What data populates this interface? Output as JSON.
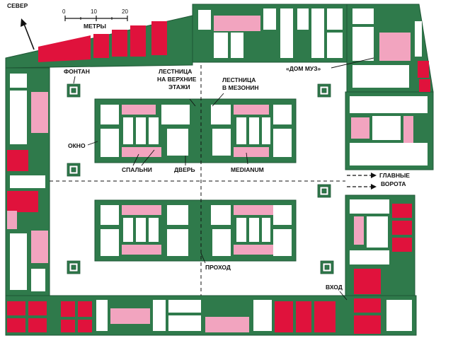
{
  "labels": {
    "north": "СЕВЕР",
    "scale_units": "МЕТРЫ",
    "scale_0": "0",
    "scale_10": "10",
    "scale_20": "20",
    "fountain": "ФОНТАН",
    "stairs_upper_1": "ЛЕСТНИЦА",
    "stairs_upper_2": "НА ВЕРХНИЕ",
    "stairs_upper_3": "ЭТАЖИ",
    "stairs_mezz_1": "ЛЕСТНИЦА",
    "stairs_mezz_2": "В МЕЗОНИН",
    "house_muses": "«ДОМ МУЗ»",
    "window": "ОКНО",
    "bedrooms": "СПАЛЬНИ",
    "door": "ДВЕРЬ",
    "medianum": "MEDIANUM",
    "main_gate_1": "ГЛАВНЫЕ",
    "main_gate_2": "ВОРОТА",
    "passage": "ПРОХОД",
    "entrance": "ВХОД"
  },
  "colors": {
    "wall": "#2f7a4b",
    "wall_edge": "#1e5534",
    "red_room": "#e0123c",
    "pink_room": "#f2a4bf",
    "courtyard": "#ffffff",
    "label": "#111111"
  }
}
